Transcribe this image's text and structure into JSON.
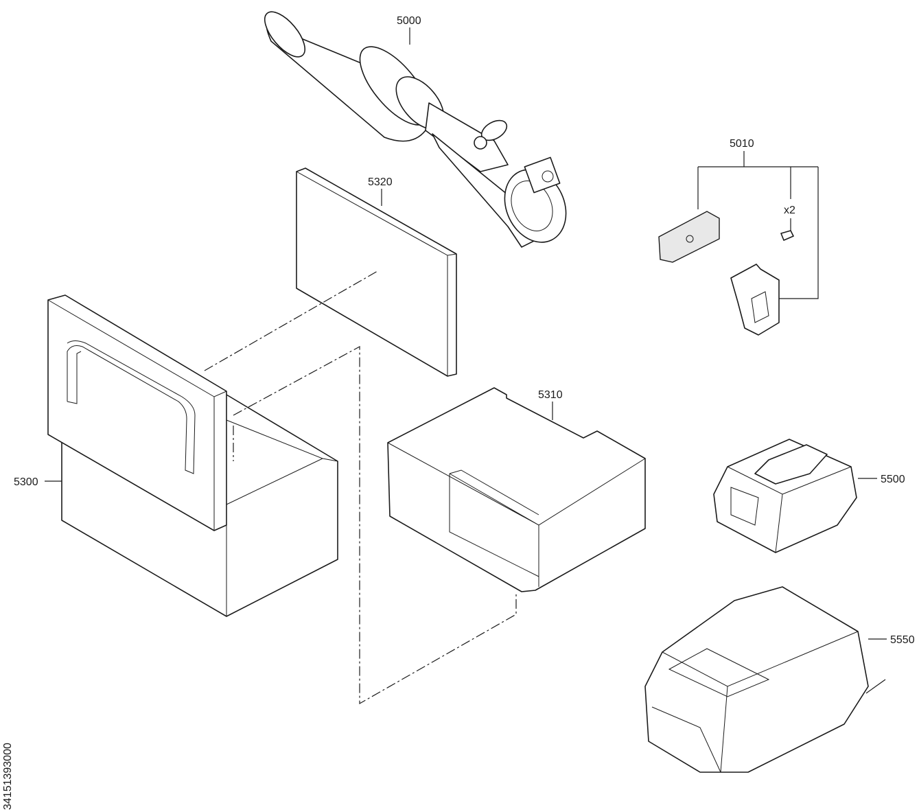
{
  "parts": {
    "side_handle": {
      "number": "5000"
    },
    "belt_clip_set": {
      "number": "5010",
      "quantity": "x2"
    },
    "insert_panel": {
      "number": "5320"
    },
    "foam_insert": {
      "number": "5310"
    },
    "case": {
      "number": "5300"
    },
    "battery": {
      "number": "5500"
    },
    "charger": {
      "number": "5550"
    }
  },
  "drawing_number": "34151393000"
}
